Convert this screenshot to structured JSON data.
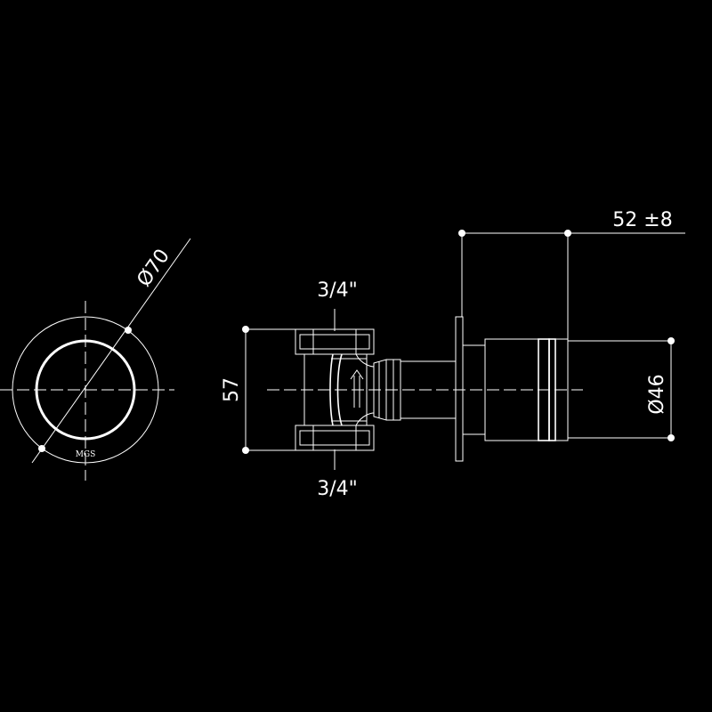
{
  "dimensions": {
    "rosette_diameter": "Ø70",
    "inlet_thread_top": "3/4\"",
    "inlet_thread_bottom": "3/4\"",
    "body_height": "57",
    "projection": "52 ±8",
    "handle_diameter": "Ø46"
  },
  "brand": {
    "logo_text": "MGS"
  },
  "colors": {
    "background": "#000000",
    "line": "#ffffff"
  }
}
